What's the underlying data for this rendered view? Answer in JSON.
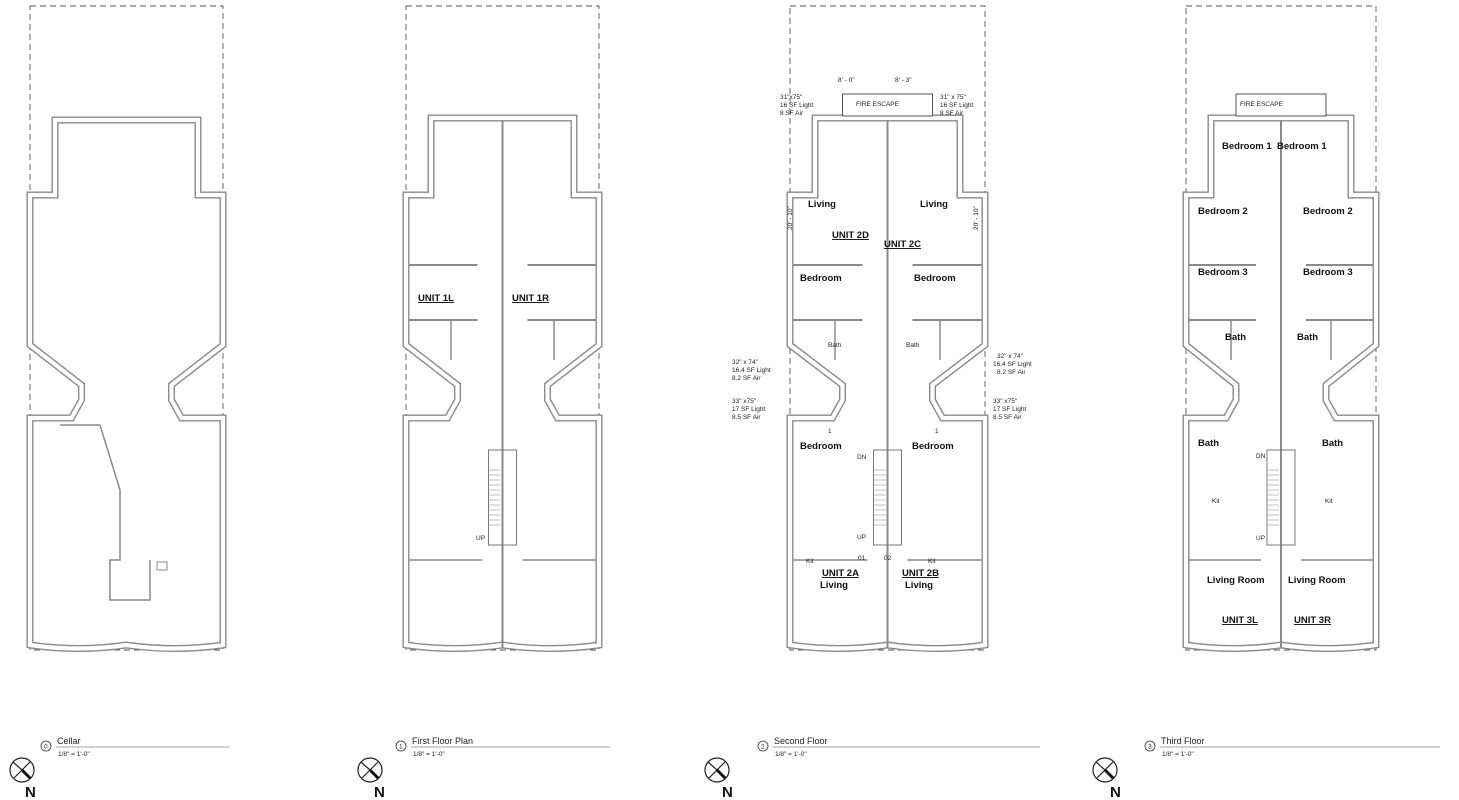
{
  "plans": [
    {
      "number": "0",
      "title": "Cellar",
      "scale": "1/8\" = 1'-0\"",
      "north": "N"
    },
    {
      "number": "1",
      "title": "First Floor Plan",
      "scale": "1/8\" = 1'-0\"",
      "north": "N",
      "units": [
        "UNIT 1L",
        "UNIT 1R"
      ],
      "stair": "UP"
    },
    {
      "number": "2",
      "title": "Second Floor",
      "scale": "1/8\" = 1'-0\"",
      "north": "N",
      "fire_escape": "FIRE ESCAPE",
      "dims": [
        "8' - 0\"",
        "8' - 3\"",
        "20' - 10\"",
        "20' - 10\""
      ],
      "notes_top_left": [
        "31\"x75\"",
        "16 SF Light",
        "8 SF Air"
      ],
      "notes_top_right": [
        "31\" x 75\"",
        "16 SF Light",
        "8 SF Air"
      ],
      "notes_mid_left": [
        "32\" x 74\"",
        "16.4 SF Light",
        "8.2 SF Air"
      ],
      "notes_mid_right": [
        "32\" x 74\"",
        "16.4 SF Light",
        "8.2 SF Air"
      ],
      "notes_low_left": [
        "33\" x75\"",
        "17 SF Light",
        "8.5 SF Air"
      ],
      "notes_low_right": [
        "33\" x75\"",
        "17 SF Light",
        "8.5 SF Air"
      ],
      "rooms": {
        "living": "Living",
        "bedroom": "Bedroom",
        "bath": "Bath",
        "kit": "Kit",
        "dn": "DN",
        "up": "UP",
        "door1": "01",
        "door2": "02",
        "window_tag": "1"
      },
      "units": [
        "UNIT 2D",
        "UNIT 2C",
        "UNIT 2A",
        "UNIT 2B"
      ]
    },
    {
      "number": "3",
      "title": "Third Floor",
      "scale": "1/8\" = 1'-0\"",
      "north": "N",
      "fire_escape": "FIRE ESCAPE",
      "rooms": {
        "bedroom1": "Bedroom 1",
        "bedroom2": "Bedroom 2",
        "bedroom3": "Bedroom 3",
        "bath": "Bath",
        "kit": "Kit",
        "dn": "DN",
        "up": "UP",
        "living": "Living Room"
      },
      "units": [
        "UNIT 3L",
        "UNIT 3R"
      ]
    }
  ],
  "colors": {
    "wall": "#8a8a8a",
    "lot_line": "#555555",
    "text": "#111111"
  }
}
